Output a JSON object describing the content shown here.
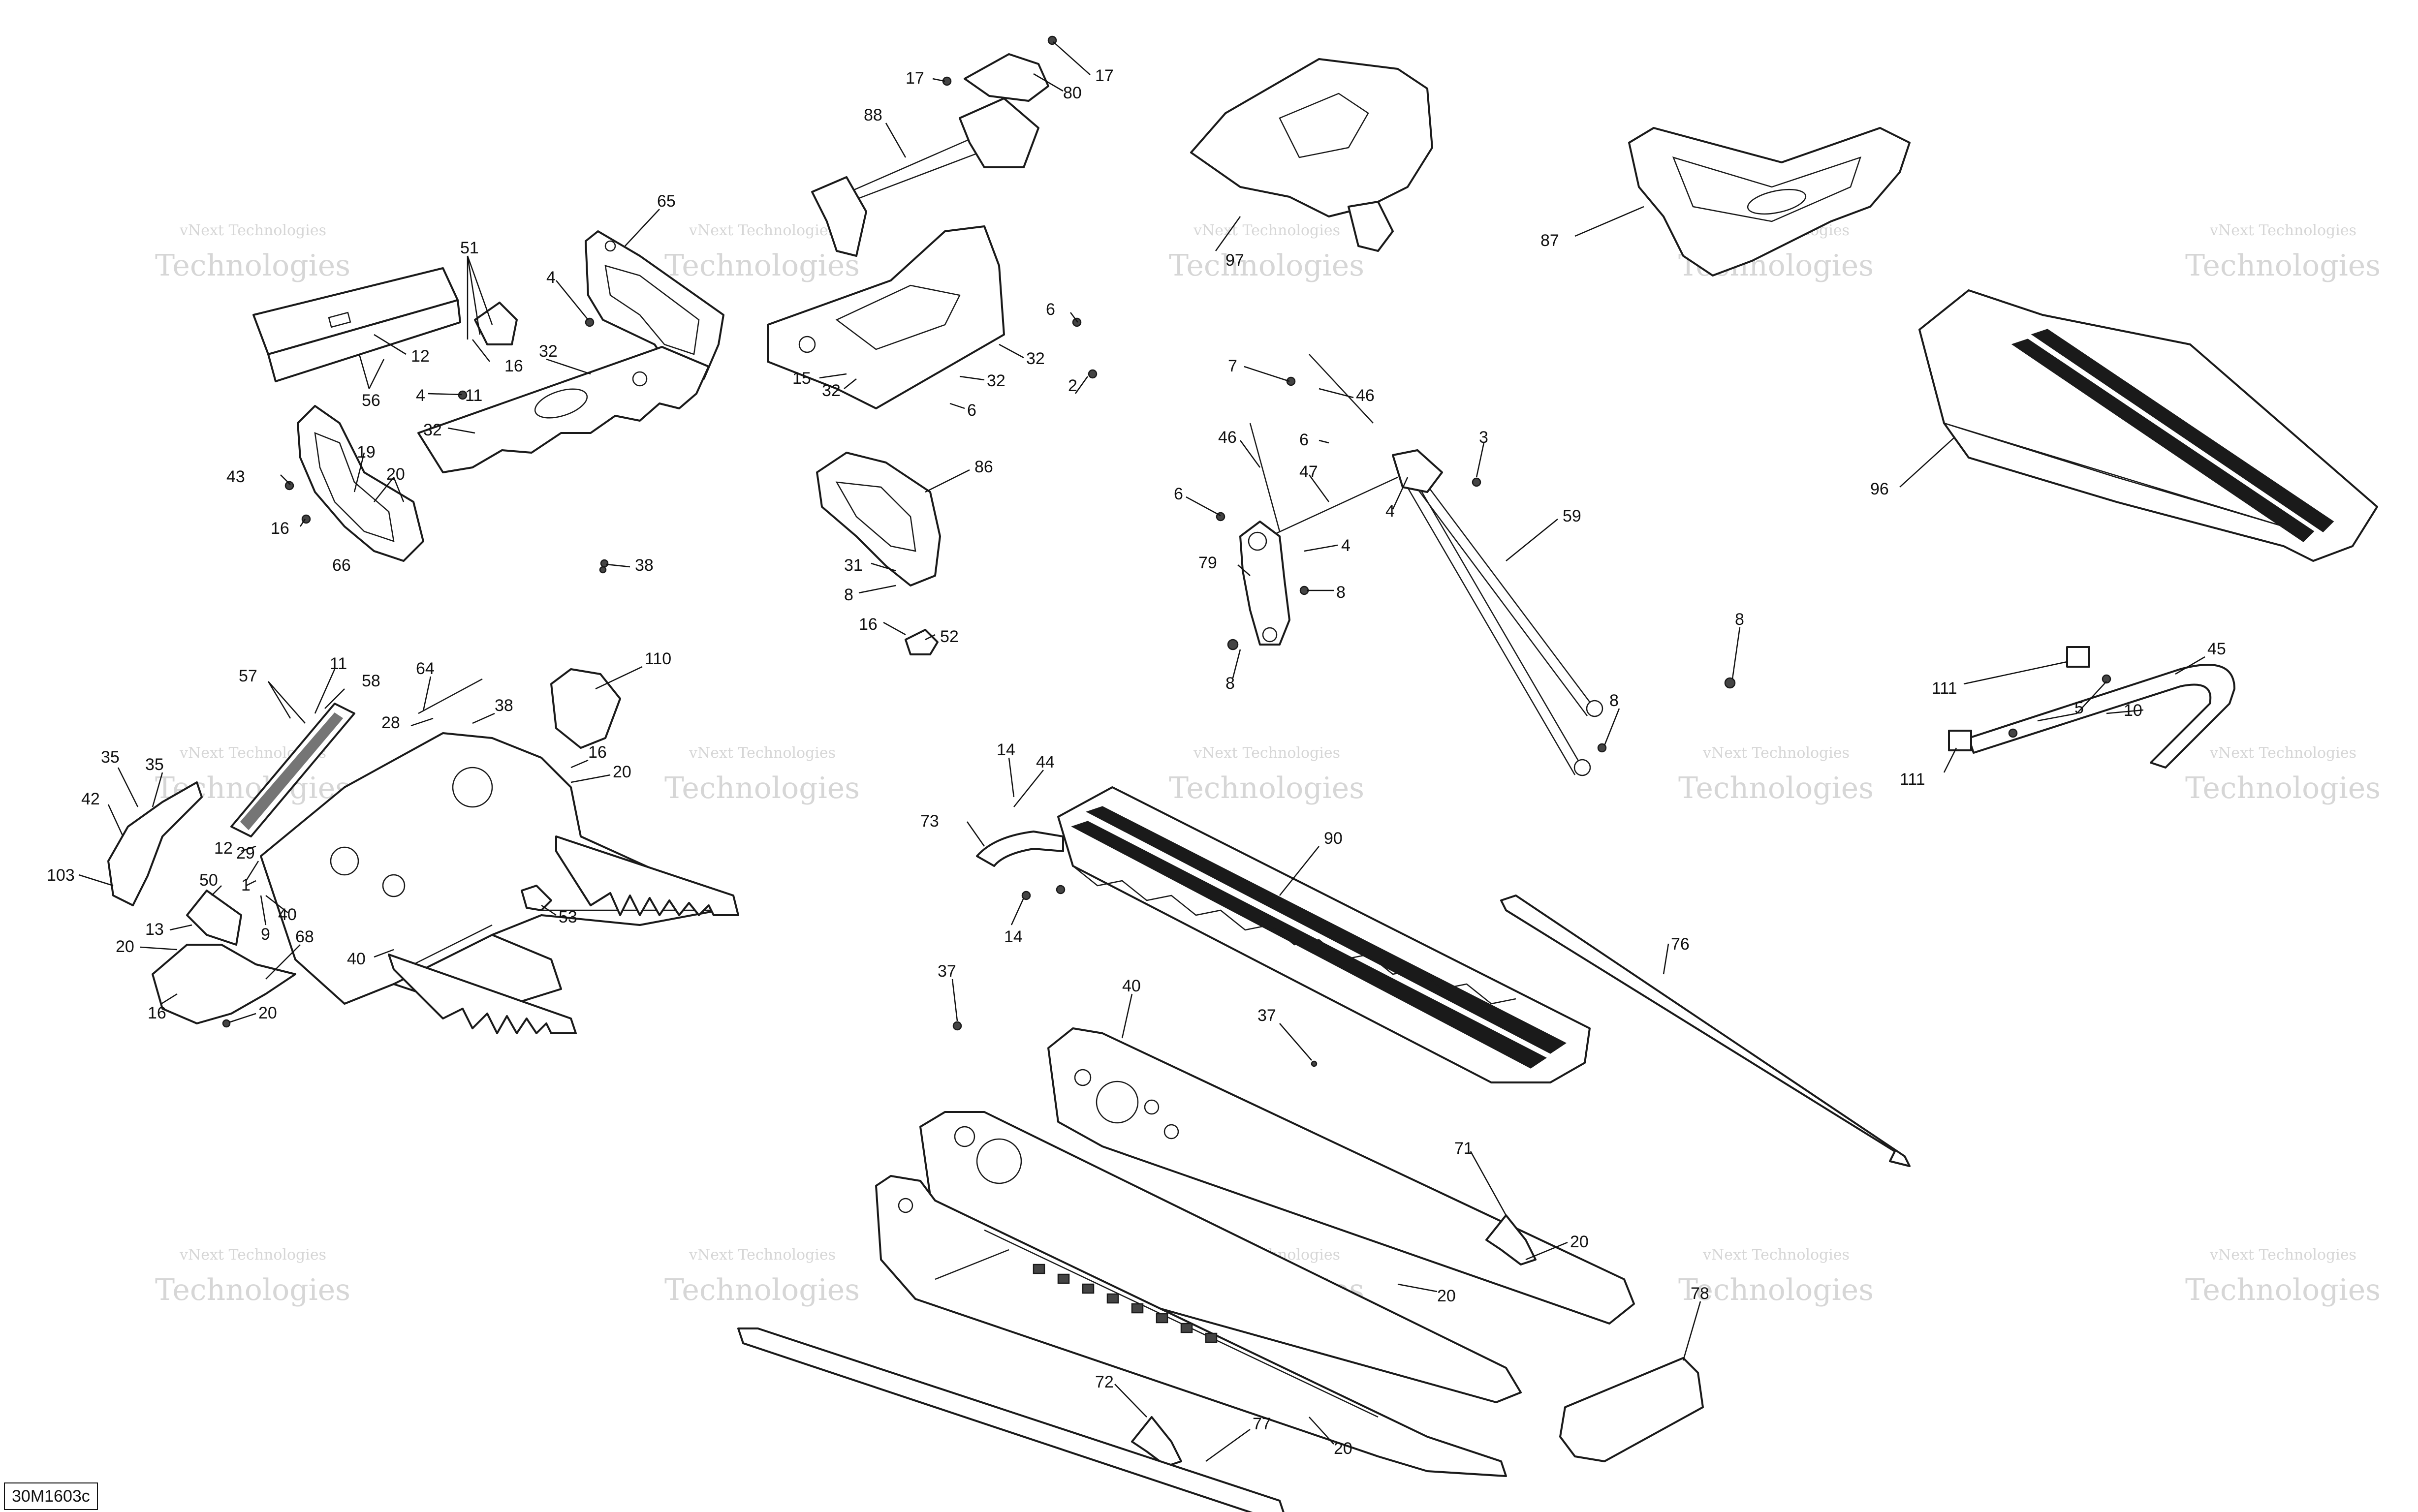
{
  "diagram_code": "30M1603c",
  "watermark": {
    "line1": "vNext Technologies",
    "line2": "Technologies"
  },
  "callouts": {
    "c17a": "17",
    "c17b": "17",
    "c80": "80",
    "c88": "88",
    "c97": "97",
    "c87": "87",
    "c51": "51",
    "c65": "65",
    "c4a": "4",
    "c12a": "12",
    "c16a": "16",
    "c56": "56",
    "c4b": "4",
    "c11a": "11",
    "c32a": "32",
    "c32b": "32",
    "c43": "43",
    "c19": "19",
    "c20a": "20",
    "c16b": "16",
    "c66": "66",
    "c38a": "38",
    "c6a": "6",
    "c32c": "32",
    "c15": "15",
    "c32d": "32",
    "c32e": "32",
    "c6b": "6",
    "c2": "2",
    "c86": "86",
    "c31": "31",
    "c8a": "8",
    "c16c": "16",
    "c52": "52",
    "c7": "7",
    "c46a": "46",
    "c46b": "46",
    "c6c": "6",
    "c3": "3",
    "c47": "47",
    "c6d": "6",
    "c4c": "4",
    "c4d": "4",
    "c59": "59",
    "c79": "79",
    "c8b": "8",
    "c8c": "8",
    "c8d": "8",
    "c8e": "8",
    "c96": "96",
    "c45": "45",
    "c111a": "111",
    "c5": "5",
    "c10": "10",
    "c111b": "111",
    "c57": "57",
    "c11b": "11",
    "c58": "58",
    "c64": "64",
    "c110": "110",
    "c35a": "35",
    "c35b": "35",
    "c28": "28",
    "c38b": "38",
    "c16d": "16",
    "c20b": "20",
    "c42": "42",
    "c103": "103",
    "c12b": "12",
    "c50": "50",
    "c29": "29",
    "c1": "1",
    "c40a": "40",
    "c9": "9",
    "c13": "13",
    "c20c": "20",
    "c68": "68",
    "c16e": "16",
    "c20d": "20",
    "c40b": "40",
    "c53": "53",
    "c14a": "14",
    "c44": "44",
    "c73": "73",
    "c90": "90",
    "c14b": "14",
    "c37a": "37",
    "c37b": "37",
    "c40c": "40",
    "c76": "76",
    "c71": "71",
    "c20e": "20",
    "c20f": "20",
    "c78": "78",
    "c72": "72",
    "c77": "77",
    "c20g": "20"
  }
}
